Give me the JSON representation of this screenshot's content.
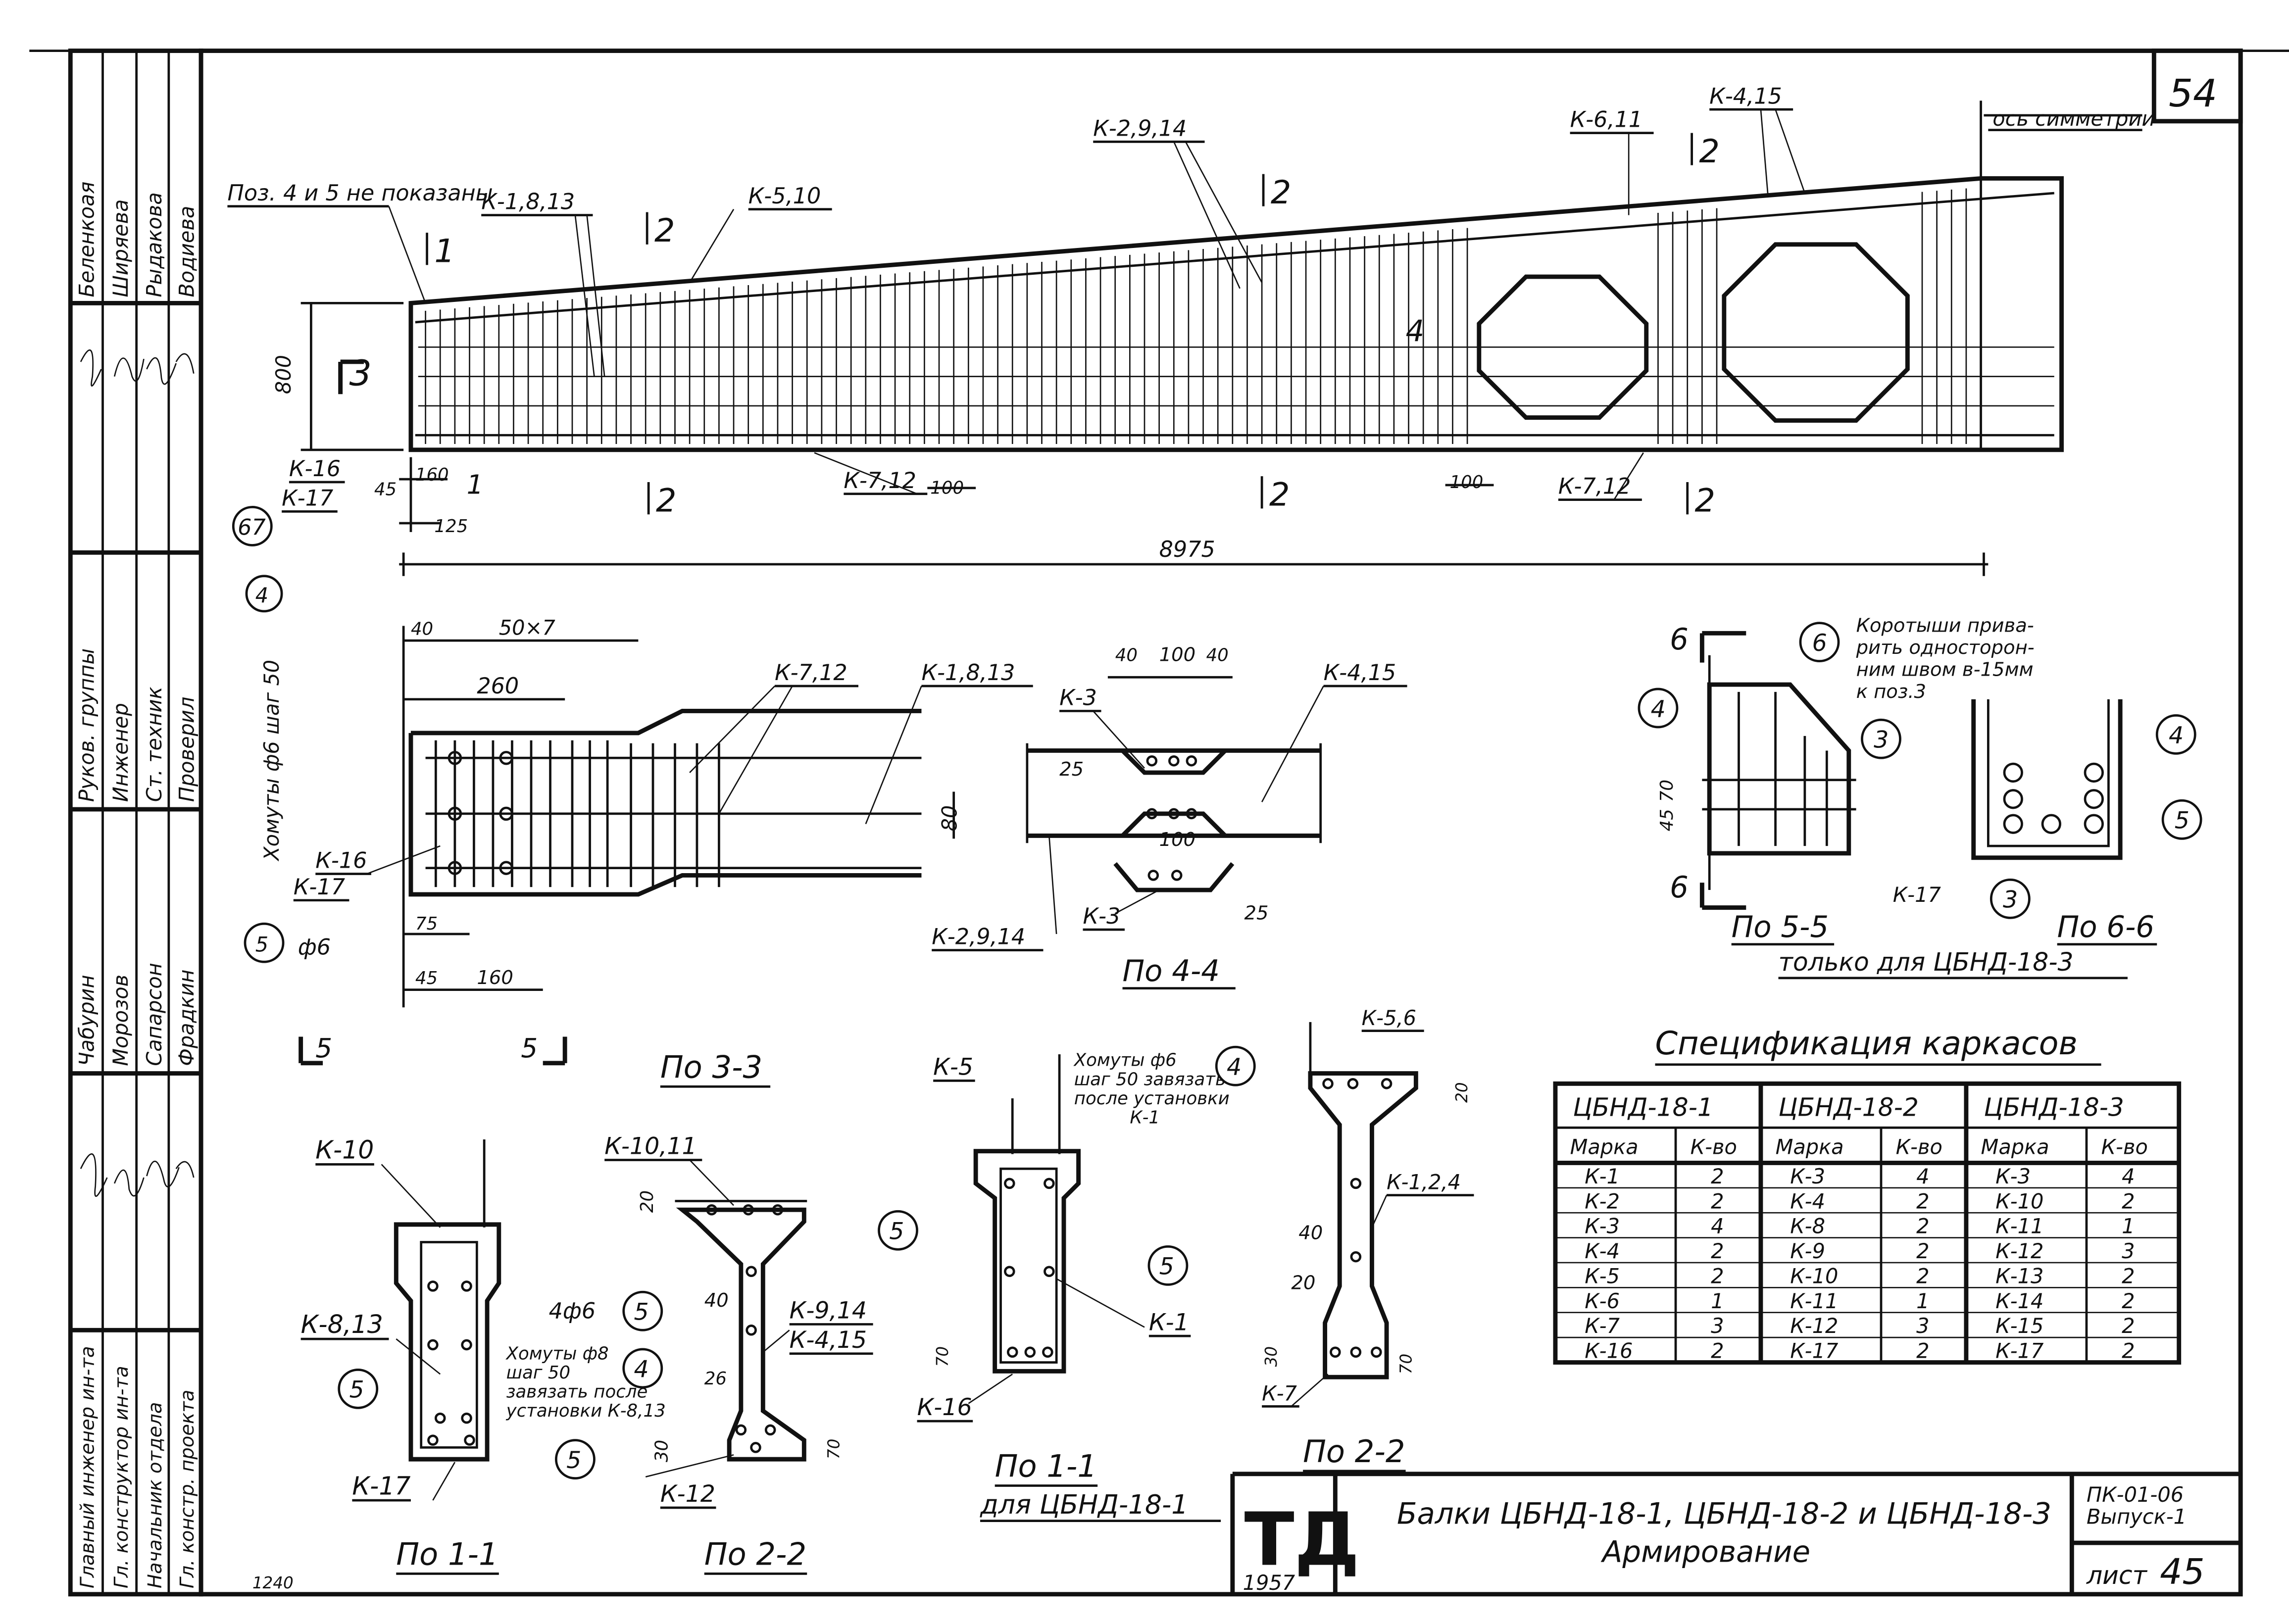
{
  "sheet": {
    "number": "54",
    "sheet_no_label": "лист",
    "sheet_no": "45",
    "series": "ПК-01-06\nВыпуск-1",
    "year": "1957",
    "logo": "ТД",
    "title_line1": "Балки ЦБНД-18-1, ЦБНД-18-2 и ЦБНД-18-3",
    "title_line2": "Армирование",
    "archive_no": "1240"
  },
  "stamp": {
    "names_top": [
      "Беленкоая",
      "Ширяева",
      "Рыдакова",
      "Водиева"
    ],
    "positions": [
      "Руков. группы",
      "Инженер",
      "Ст. техник",
      "Проверил"
    ],
    "names_mid": [
      "Чабурин",
      "Морозов",
      "Сапарсон",
      "Фрадкин"
    ],
    "roles_bottom": [
      "Главный инженер ин-та",
      "Гл. конструктор ин-та",
      "Начальник отдела",
      "Гл. констр. проекта"
    ]
  },
  "elevation": {
    "note": "Поз. 4 и 5 не показаны",
    "axis_label": "ось симметрии",
    "height_dim": "800",
    "length_dim": "8975",
    "callouts": [
      "К-1,8,13",
      "К-5,10",
      "К-2,9,14",
      "К-6,11",
      "К-4,15",
      "К-16",
      "К-17",
      "К-7,12",
      "К-7,12"
    ],
    "dims_small": [
      "160",
      "45",
      "125",
      "100",
      "100"
    ],
    "section_marks": [
      "1",
      "2",
      "2",
      "2",
      "2",
      "3",
      "4",
      "2",
      "2",
      "1"
    ],
    "circle_67": "67"
  },
  "plan": {
    "callouts": [
      "К-7,12",
      "К-1,8,13",
      "К-16",
      "К-17"
    ],
    "dims": [
      "40",
      "50×7",
      "260",
      "80",
      "75",
      "45",
      "160"
    ],
    "stirrups_note": "Хомуты ф6 шаг 50",
    "circle4": "4",
    "circle5": "5",
    "phi6": "ф6"
  },
  "section44": {
    "title": "По 4-4",
    "callouts": [
      "К-3",
      "К-4,15",
      "К-2,9,14",
      "К-3"
    ],
    "dims": [
      "40",
      "100",
      "40",
      "25",
      "100",
      "25"
    ]
  },
  "section55": {
    "title": "По 5-5",
    "title2": "По 6-6",
    "subtitle": "только для ЦБНД-18-3",
    "note": "Коротыши приварить односторонним швом в-15мм к поз.3",
    "callout": "К-17",
    "dims": [
      "45",
      "70"
    ],
    "marks": [
      "6",
      "6",
      "4",
      "6",
      "3",
      "4",
      "5",
      "3"
    ]
  },
  "sec_11_left": {
    "title": "По 1-1",
    "marks": [
      "5",
      "5"
    ],
    "callouts": [
      "К-10",
      "К-8,13",
      "К-17"
    ],
    "bars": "4ф6",
    "note": "Хомуты ф8 шаг 50 завязать после установки К-8,13",
    "circle4": "4",
    "circle5": "5"
  },
  "sec_33": {
    "title": "По 3-3",
    "title2": "По 2-2",
    "callouts": [
      "К-10,11",
      "К-9,14",
      "К-4,15",
      "К-12"
    ],
    "dims": [
      "20",
      "40",
      "26",
      "30",
      "70"
    ]
  },
  "sec_11_mid": {
    "title": "По 1-1",
    "subtitle": "для ЦБНД-18-1",
    "callouts": [
      "К-5",
      "К-1",
      "К-16"
    ],
    "note": "Хомуты ф6 шаг 50 завязать после установки К-1",
    "circle4": "4",
    "circle5": "5",
    "dims": [
      "70"
    ]
  },
  "sec_22": {
    "title": "По 2-2",
    "callouts": [
      "К-5,6",
      "К-1,2,4",
      "К-7"
    ],
    "dims": [
      "20",
      "40",
      "20",
      "30",
      "70"
    ]
  },
  "spec": {
    "title": "Спецификация каркасов",
    "groups": [
      "ЦБНД-18-1",
      "ЦБНД-18-2",
      "ЦБНД-18-3"
    ],
    "col_mark": "Марка",
    "col_qty": "К-во",
    "rows": [
      [
        "К-1",
        "2",
        "К-3",
        "4",
        "К-3",
        "4"
      ],
      [
        "К-2",
        "2",
        "К-4",
        "2",
        "К-10",
        "2"
      ],
      [
        "К-3",
        "4",
        "К-8",
        "2",
        "К-11",
        "1"
      ],
      [
        "К-4",
        "2",
        "К-9",
        "2",
        "К-12",
        "3"
      ],
      [
        "К-5",
        "2",
        "К-10",
        "2",
        "К-13",
        "2"
      ],
      [
        "К-6",
        "1",
        "К-11",
        "1",
        "К-14",
        "2"
      ],
      [
        "К-7",
        "3",
        "К-12",
        "3",
        "К-15",
        "2"
      ],
      [
        "К-16",
        "2",
        "К-17",
        "2",
        "К-17",
        "2"
      ]
    ]
  },
  "section_labels": {
    "s5a": "5",
    "s5b": "5"
  }
}
